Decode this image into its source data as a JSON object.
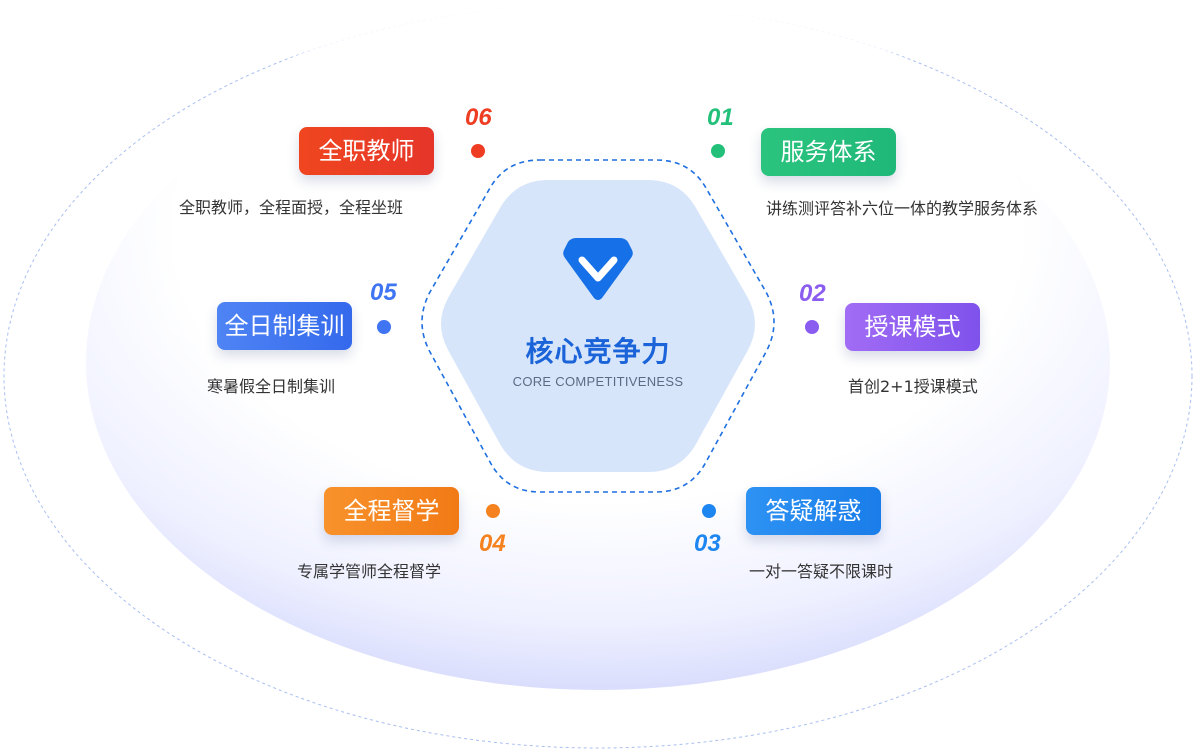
{
  "center": {
    "title": "核心竞争力",
    "subtitle": "CORE COMPETITIVENESS",
    "icon": "diamond-check-icon"
  },
  "colors": {
    "item1": "#23c07a",
    "item2": "#8b5cf0",
    "item3": "#1e86f0",
    "item4": "#f5821f",
    "item5": "#3f74f2",
    "item6": "#ee3d22",
    "center_text": "#1a63d8"
  },
  "items": [
    {
      "number": "01",
      "label": "服务体系",
      "desc": "讲练测评答补六位一体的教学服务体系"
    },
    {
      "number": "02",
      "label": "授课模式",
      "desc": "首创2+1授课模式"
    },
    {
      "number": "03",
      "label": "答疑解惑",
      "desc": "一对一答疑不限课时"
    },
    {
      "number": "04",
      "label": "全程督学",
      "desc": "专属学管师全程督学"
    },
    {
      "number": "05",
      "label": "全日制集训",
      "desc": "寒暑假全日制集训"
    },
    {
      "number": "06",
      "label": "全职教师",
      "desc": "全职教师，全程面授，全程坐班"
    }
  ]
}
